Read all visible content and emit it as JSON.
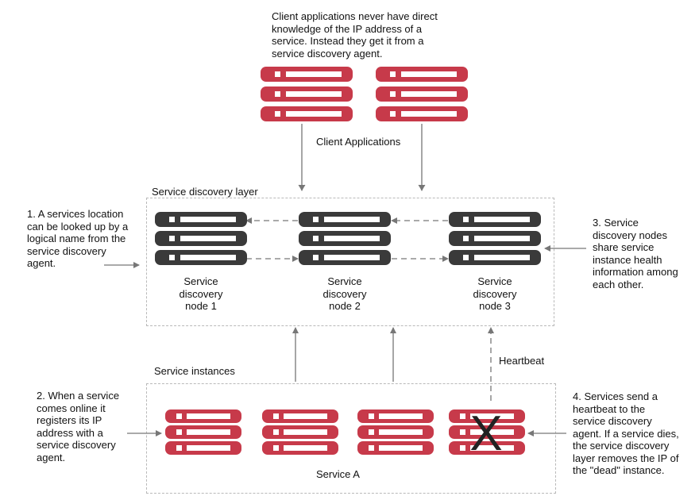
{
  "texts": {
    "client_note": "Client applications never have direct\nknowledge of the IP address of a\nservice. Instead they get it from a\nservice discovery agent.",
    "client_apps": "Client Applications",
    "sd_layer": "Service discovery layer",
    "note1": "1. A services location\ncan be looked up by a\nlogical name from the\nservice discovery\nagent.",
    "note2": "2. When a service\ncomes online it\nregisters its IP\naddress with a\nservice discovery\nagent.",
    "note3": "3. Service\ndiscovery nodes\nshare service\ninstance health\ninformation among\neach other.",
    "note4": "4. Services send a\nheartbeat to the\nservice discovery\nagent. If a service dies,\nthe service discovery\nlayer removes the IP of\nthe \"dead\" instance.",
    "node1": "Service\ndiscovery\nnode 1",
    "node2": "Service\ndiscovery\nnode 2",
    "node3": "Service\ndiscovery\nnode 3",
    "service_instances": "Service instances",
    "heartbeat": "Heartbeat",
    "service_a": "Service A",
    "dead_mark": "X"
  },
  "colors": {
    "client_server": "#c73a4a",
    "discovery_node": "#3a3a3a",
    "service_instance": "#c73a4a",
    "arrow": "#777777",
    "border": "#b9b9b9"
  },
  "icons": {
    "server": "server-stack-icon",
    "dead": "x-icon"
  }
}
